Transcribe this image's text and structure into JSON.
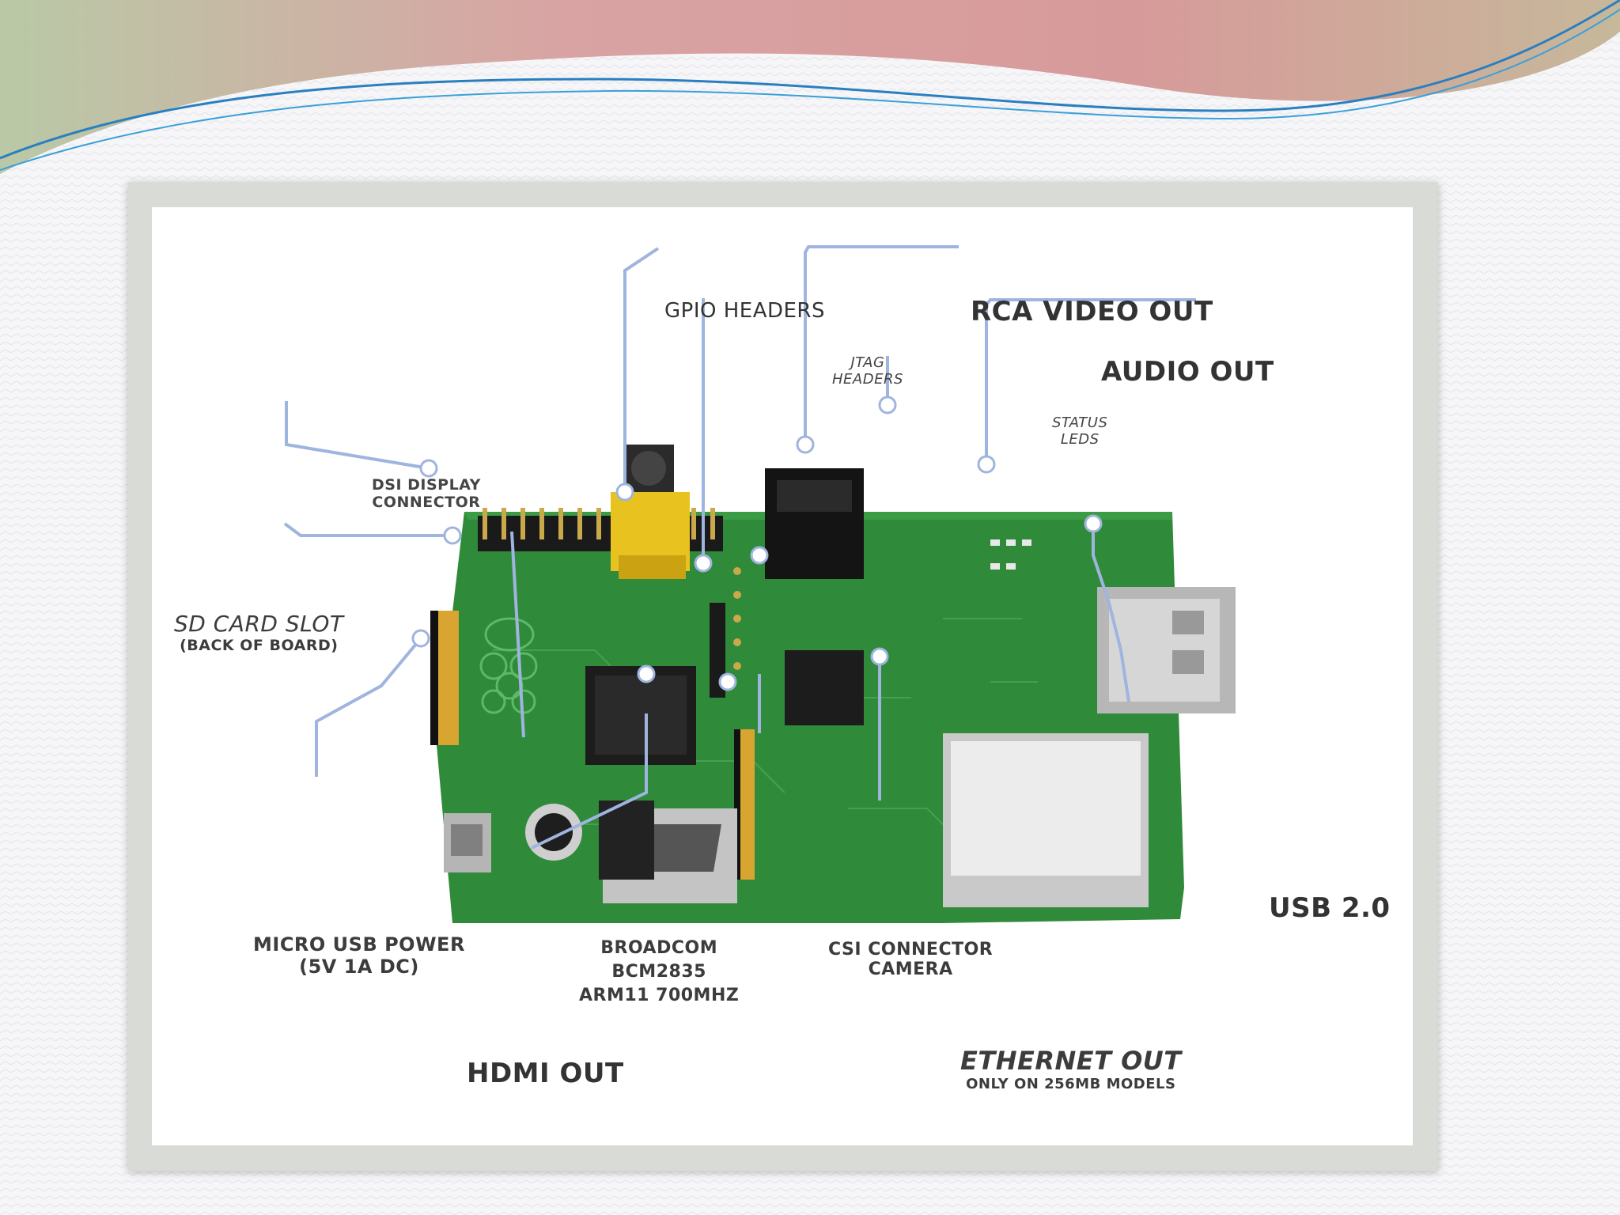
{
  "diagram": {
    "labels": {
      "gpio_headers": "GPIO HEADERS",
      "rca_video_out": "RCA VIDEO OUT",
      "jtag_headers_1": "JTAG",
      "jtag_headers_2": "HEADERS",
      "audio_out": "AUDIO OUT",
      "status_leds_1": "STATUS",
      "status_leds_2": "LEDS",
      "dsi_display_1": "DSI DISPLAY",
      "dsi_display_2": "CONNECTOR",
      "sd_card_slot": "SD CARD SLOT",
      "sd_card_slot_sub": "(BACK OF BOARD)",
      "micro_usb_power_1": "MICRO USB POWER",
      "micro_usb_power_2": "(5V 1A DC)",
      "broadcom_1": "BROADCOM",
      "broadcom_2": "BCM2835",
      "broadcom_3": "ARM11 700MHZ",
      "csi_connector_1": "CSI CONNECTOR",
      "csi_connector_2": "CAMERA",
      "usb_2": "USB 2.0",
      "hdmi_out": "HDMI OUT",
      "ethernet_out": "ETHERNET OUT",
      "ethernet_out_sub": "ONLY ON 256MB MODELS"
    },
    "colors": {
      "pcb_green": "#2f8a3a",
      "callout_line": "#9fb4de",
      "rca_yellow": "#e8c320"
    }
  }
}
